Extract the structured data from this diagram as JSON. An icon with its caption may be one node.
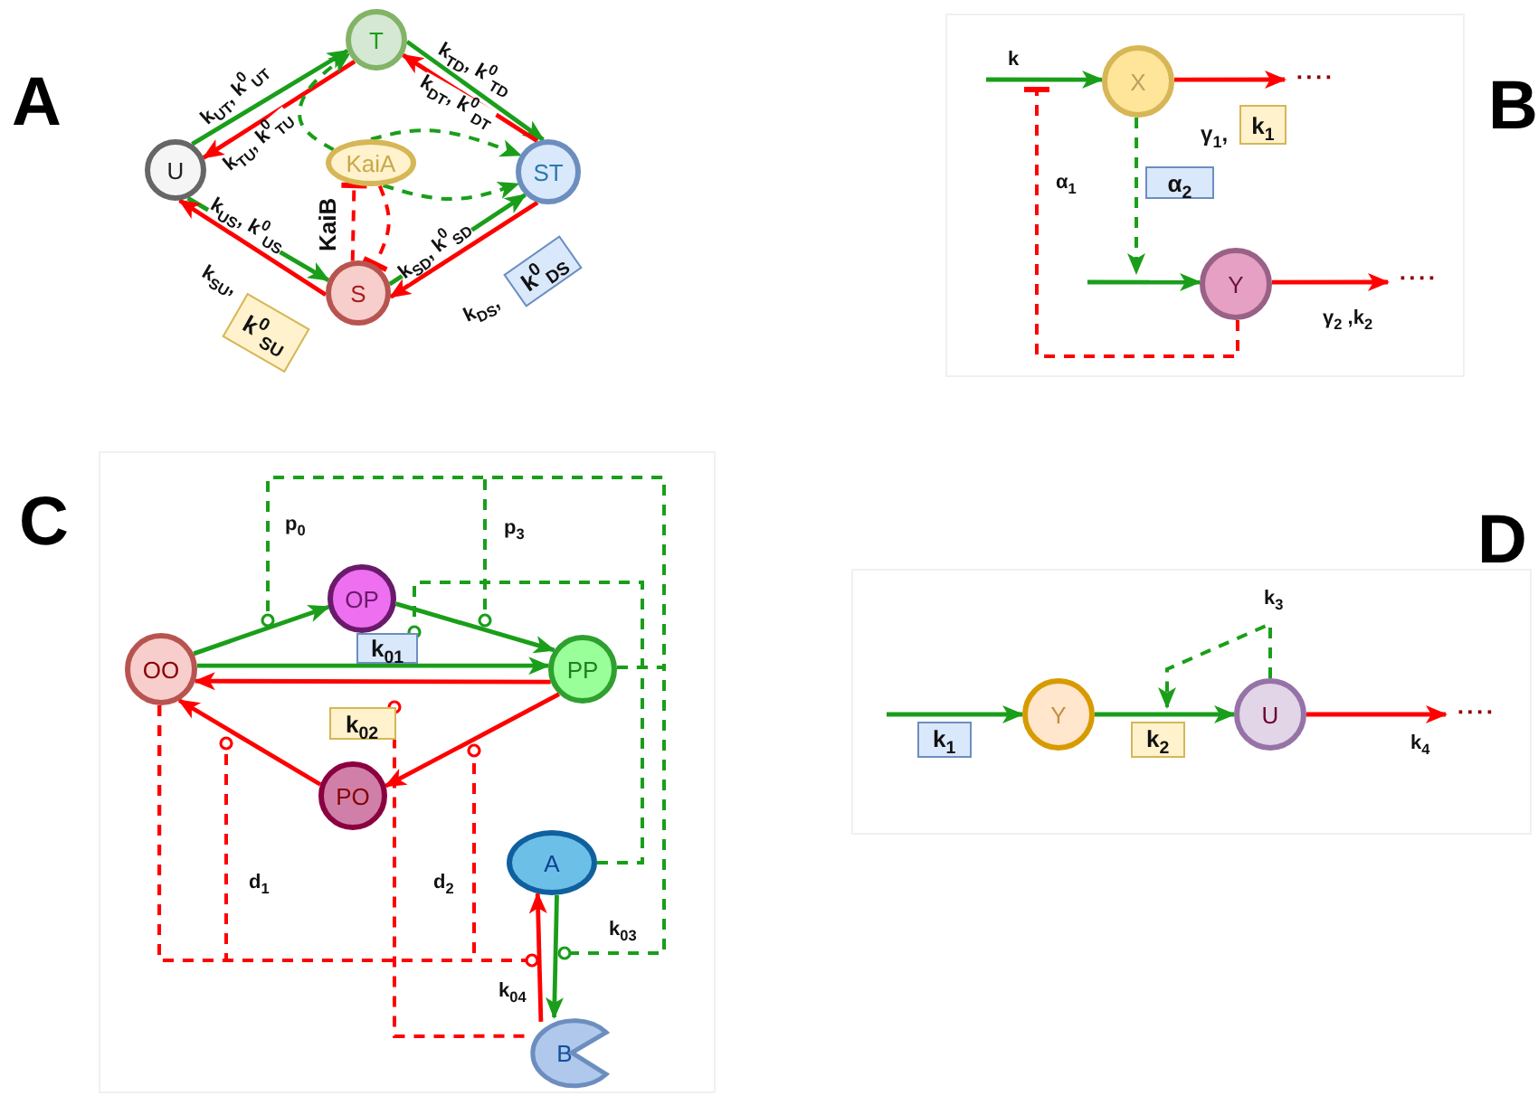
{
  "diagram": {
    "nodes": [
      {
        "text": [
          "T"
        ]
      },
      {
        "text": [
          "U"
        ]
      },
      {
        "text": [
          "KaiA"
        ]
      },
      {
        "text": [
          "ST"
        ]
      },
      {
        "text": [
          "S"
        ]
      },
      {
        "text": [
          "k$^{0}$$_{SU}$"
        ]
      },
      {
        "text": [
          "k$^{0}$$_{DS}$"
        ]
      },
      {
        "text": [
          "X"
        ]
      },
      {
        "text": [
          "····"
        ]
      },
      {
        "text": [
          "k$_{1}$"
        ]
      },
      {
        "text": [
          "α$_{2}$"
        ]
      },
      {
        "text": [
          "Y"
        ]
      },
      {
        "text": [
          "····"
        ]
      },
      {
        "text": [
          "OO"
        ]
      },
      {
        "text": [
          "OP"
        ]
      },
      {
        "text": [
          "PP"
        ]
      },
      {
        "text": [
          "PO"
        ]
      },
      {
        "text": [
          "A"
        ]
      },
      {
        "text": [
          "B"
        ]
      },
      {
        "text": [
          "Y"
        ]
      },
      {
        "text": [
          "U"
        ]
      },
      {
        "text": [
          "····"
        ]
      },
      {
        "text": [
          "k$_{01}$"
        ]
      },
      {
        "text": [
          "k$_{02}$"
        ]
      }
    ],
    "edges": [
      {
        "from": 1,
        "to": 0,
        "arrow": "to",
        "label": "k$_{UT}$, k$^{0}$$_{UT}$"
      },
      {
        "from": 0,
        "to": 1,
        "arrow": "to",
        "label": "k$_{TU}$, k$^{0}$$_{TU}$",
        "color": "#ff0000"
      },
      {
        "from": 0,
        "to": 3,
        "arrow": "to",
        "label": "k$_{TD}$, k$^{0}$$_{TD}$"
      },
      {
        "from": 3,
        "to": 0,
        "arrow": "to",
        "label": "k$_{DT}$, k$^{0}$$_{DT}$",
        "color": "#ff0000"
      },
      {
        "from": 1,
        "to": 4,
        "arrow": "to",
        "label": "k$_{US}$, k$^{0}$$_{US}$"
      },
      {
        "from": 4,
        "to": 1,
        "arrow": "to",
        "label": "k$_{SU}$,",
        "color": "#ff0000"
      },
      {
        "from": 4,
        "to": 3,
        "arrow": "to",
        "label": "k$_{SD}$, k$^{0}$$_{SD}$"
      },
      {
        "from": 3,
        "to": 4,
        "arrow": "to",
        "label": "k$_{DS}$,",
        "color": "#ff0000"
      },
      {
        "from": 2,
        "to": 0,
        "arrow": "to",
        "style": "dashed"
      },
      {
        "from": 2,
        "to": 3,
        "arrow": "to",
        "style": "dashed"
      },
      {
        "from": 2,
        "to": 3,
        "arrow": "to",
        "style": "dashed"
      },
      {
        "from": 4,
        "to": 2,
        "arrow": "other",
        "style": "dashed",
        "color": "#ff0000",
        "label": "KaiB"
      },
      {
        "from": 2,
        "to": 4,
        "arrow": "other",
        "style": "dashed",
        "color": "#ff0000"
      },
      {
        "from": null,
        "to": 7,
        "arrow": "to",
        "label": "k"
      },
      {
        "from": 7,
        "to": 8,
        "arrow": "to",
        "color": "#ff0000"
      },
      {
        "from": 7,
        "to": null,
        "arrow": "to",
        "style": "dashed"
      },
      {
        "from": null,
        "to": 11,
        "arrow": "to"
      },
      {
        "from": 11,
        "to": 12,
        "arrow": "to",
        "color": "#ff0000",
        "label": "γ$_{2}$ ,k$_{2}$"
      },
      {
        "from": 11,
        "to": null,
        "arrow": "other",
        "style": "dashed",
        "color": "#ff0000",
        "label": "α$_{1}$"
      },
      {
        "from": 13,
        "to": 14,
        "arrow": "to"
      },
      {
        "from": 14,
        "to": 15,
        "arrow": "to"
      },
      {
        "from": 13,
        "to": 15,
        "arrow": "to"
      },
      {
        "from": 15,
        "to": 13,
        "arrow": "to",
        "color": "#ff0000"
      },
      {
        "from": 15,
        "to": 16,
        "arrow": "to",
        "color": "#ff0000"
      },
      {
        "from": 16,
        "to": 13,
        "arrow": "to",
        "color": "#ff0000"
      },
      {
        "from": 18,
        "to": 17,
        "arrow": "to",
        "color": "#ff0000",
        "label": "k$_{04}$"
      },
      {
        "from": 17,
        "to": 18,
        "arrow": "to"
      },
      {
        "from": 15,
        "to": null,
        "arrow": "other",
        "style": "dashed",
        "label": "p$_{0}$"
      },
      {
        "from": 15,
        "to": null,
        "arrow": "other",
        "style": "dashed",
        "label": "p$_{3}$"
      },
      {
        "from": 15,
        "to": null,
        "arrow": "other",
        "style": "dashed",
        "label": "k$_{03}$"
      },
      {
        "from": 17,
        "to": 22,
        "arrow": "other",
        "style": "dashed"
      },
      {
        "from": 13,
        "to": null,
        "arrow": "other",
        "style": "dashed",
        "color": "#ff0000",
        "label": "d$_{1}$"
      },
      {
        "from": 13,
        "to": null,
        "arrow": "other",
        "style": "dashed",
        "color": "#ff0000",
        "label": "d$_{2}$"
      },
      {
        "from": 13,
        "to": null,
        "arrow": "other",
        "style": "dashed",
        "color": "#ff0000"
      },
      {
        "from": 18,
        "to": 23,
        "arrow": "other",
        "style": "dashed",
        "color": "#ff0000"
      },
      {
        "from": null,
        "to": 19,
        "arrow": "to",
        "label": "k$_{1}$"
      },
      {
        "from": 19,
        "to": 20,
        "arrow": "to",
        "label": "k$_{2}$"
      },
      {
        "from": 20,
        "to": null,
        "arrow": "to",
        "style": "dashed",
        "label": "k$_{3}$"
      },
      {
        "from": 20,
        "to": 21,
        "arrow": "to",
        "color": "#ff0000",
        "label": "k$_{4}$"
      }
    ],
    "labels": [
      "A",
      "B",
      "γ$_{1}$,",
      "C",
      "D"
    ]
  }
}
